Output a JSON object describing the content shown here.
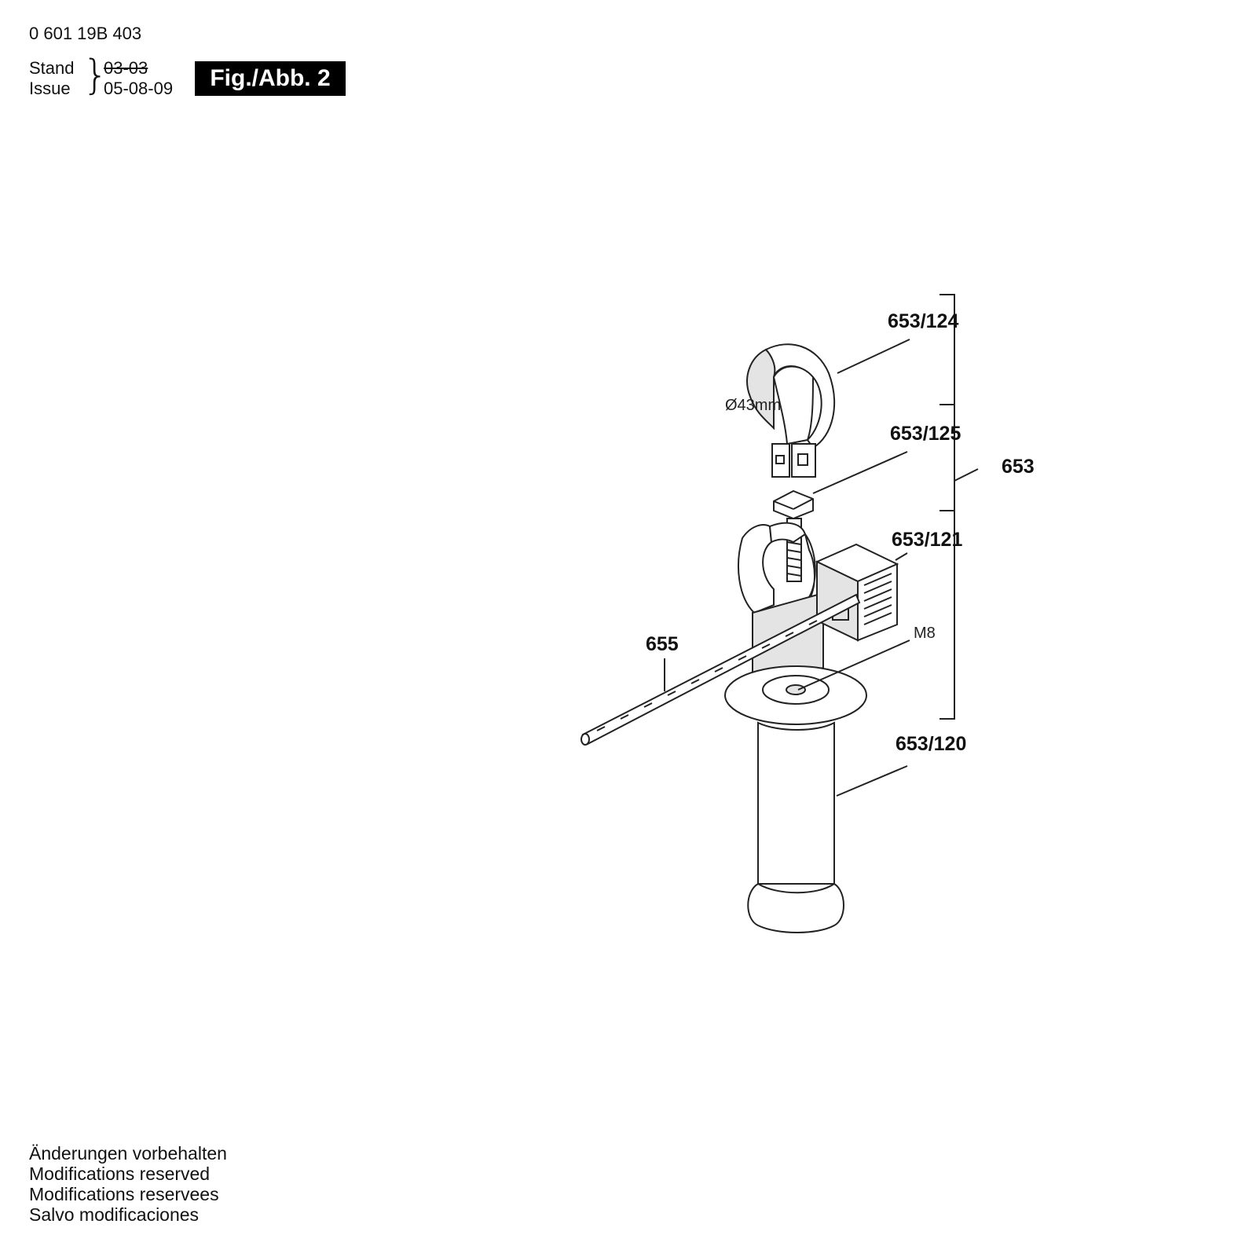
{
  "header": {
    "part_number": "0 601 19B 403",
    "stand_label": "Stand",
    "issue_label": "Issue",
    "stand_date": "03-03",
    "issue_date": "05-08-09",
    "figure_badge": "Fig./Abb. 2"
  },
  "callouts": {
    "part_653_124": "653/124",
    "part_653_125": "653/125",
    "part_653": "653",
    "part_653_121": "653/121",
    "part_655": "655",
    "part_653_120": "653/120",
    "diameter": "Ø43mm",
    "thread": "M8"
  },
  "footer": {
    "line_de": "Änderungen vorbehalten",
    "line_en": "Modifications reserved",
    "line_fr": "Modifications reservees",
    "line_es": "Salvo modificaciones"
  }
}
